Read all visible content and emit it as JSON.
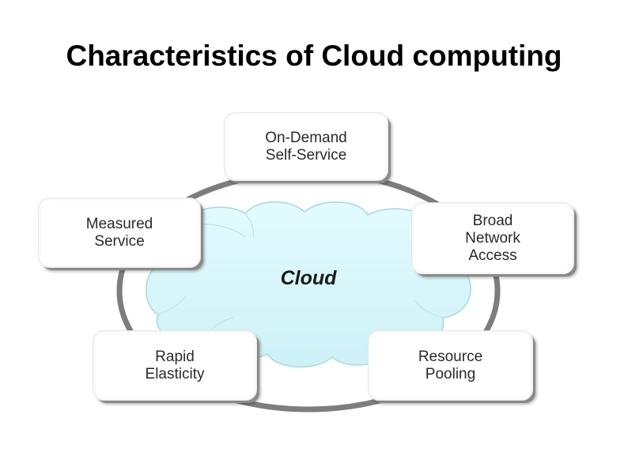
{
  "title": "Characteristics of Cloud computing",
  "diagram": {
    "center_label": "Cloud",
    "center_color": "#d6f7fb",
    "ring_color": "#7d7d7d",
    "nodes": [
      {
        "id": "on-demand",
        "lines": [
          "On-Demand",
          "Self-Service"
        ]
      },
      {
        "id": "broad-network",
        "lines": [
          "Broad",
          "Network",
          "Access"
        ]
      },
      {
        "id": "resource-pooling",
        "lines": [
          "Resource",
          "Pooling"
        ]
      },
      {
        "id": "rapid-elasticity",
        "lines": [
          "Rapid",
          "Elasticity"
        ]
      },
      {
        "id": "measured-service",
        "lines": [
          "Measured",
          "Service"
        ]
      }
    ]
  }
}
